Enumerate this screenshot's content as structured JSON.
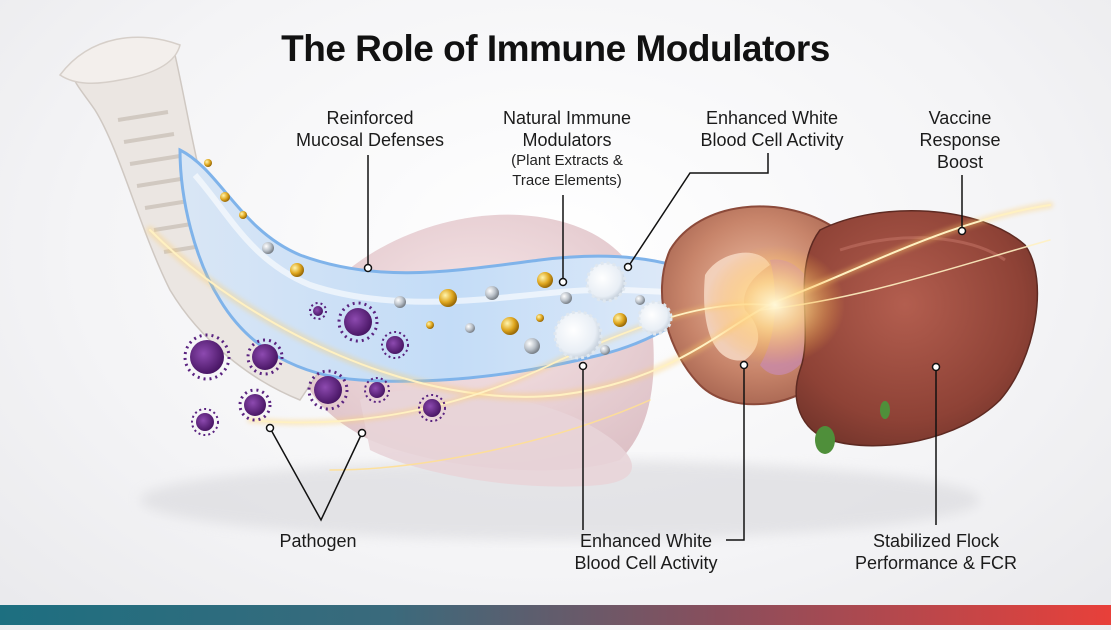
{
  "title": "The Role of Immune Modulators",
  "labels": {
    "mucosal": {
      "line1": "Reinforced",
      "line2": "Mucosal Defenses"
    },
    "modulators": {
      "line1": "Natural Immune",
      "line2": "Modulators",
      "sub1": "(Plant Extracts &",
      "sub2": "Trace Elements)"
    },
    "wbc_top": {
      "line1": "Enhanced White",
      "line2": "Blood Cell Activity"
    },
    "vaccine": {
      "line1": "Vaccine",
      "line2": "Response",
      "line3": "Boost"
    },
    "pathogen": {
      "line1": "Pathogen"
    },
    "wbc_bottom": {
      "line1": "Enhanced White",
      "line2": "Blood Cell Activity"
    },
    "flock": {
      "line1": "Stabilized Flock",
      "line2": "Performance & FCR"
    }
  },
  "colors": {
    "virus": "#6a2a8a",
    "intestine_glow": "#9ec7f0",
    "liver": "#9a4a3e",
    "gizzard": "#b56a55",
    "energy": "#ffd27a",
    "bar_start": "#1d6f80",
    "bar_end": "#e8403a"
  }
}
